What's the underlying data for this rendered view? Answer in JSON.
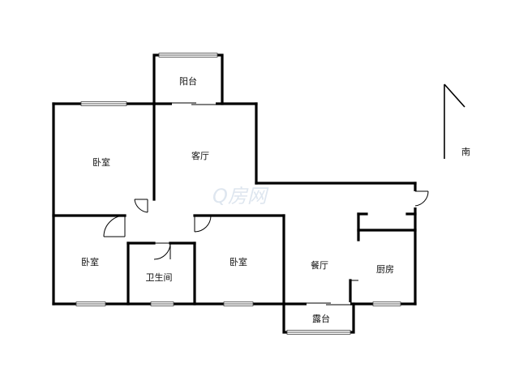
{
  "rooms": {
    "balcony": "阳台",
    "living_room": "客厅",
    "bedroom_master": "卧室",
    "bedroom_small": "卧室",
    "bathroom": "卫生间",
    "bedroom_second": "卧室",
    "dining_room": "餐厅",
    "kitchen": "厨房",
    "terrace": "露台"
  },
  "compass": {
    "label": "南"
  },
  "watermark": {
    "text": "Q房网"
  }
}
